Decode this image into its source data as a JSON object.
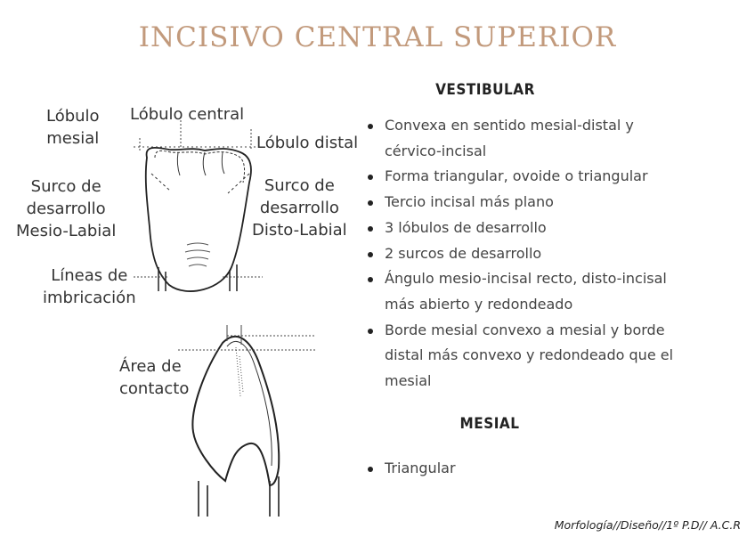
{
  "title": "INCISIVO CENTRAL SUPERIOR",
  "labels": {
    "lobulo_mesial": "Lóbulo\nmesial",
    "lobulo_central": "Lóbulo central",
    "lobulo_distal": "Lóbulo distal",
    "surco_mesio": "Surco de\ndesarrollo\nMesio-Labial",
    "surco_disto": "Surco de\ndesarrollo\nDisto-Labial",
    "lineas": "Líneas de\nimbricación",
    "area_contacto": "Área de\ncontacto"
  },
  "vestibular": {
    "heading": "VESTIBULAR",
    "items": [
      "Convexa en sentido mesial-distal y\ncérvico-incisal",
      "Forma triangular, ovoide o triangular",
      "Tercio incisal más plano",
      "3 lóbulos de desarrollo",
      "2 surcos de desarrollo",
      "Ángulo mesio-incisal recto, disto-incisal\nmás abierto y redondeado",
      "Borde mesial convexo a mesial y borde\ndistal más convexo y redondeado que el\nmesial"
    ]
  },
  "mesial": {
    "heading": "MESIAL",
    "items": [
      "Triangular"
    ]
  },
  "footer": "Morfología//Diseño//1º P.D// A.C.R",
  "colors": {
    "title": "#c29a7c",
    "text": "#444444"
  }
}
